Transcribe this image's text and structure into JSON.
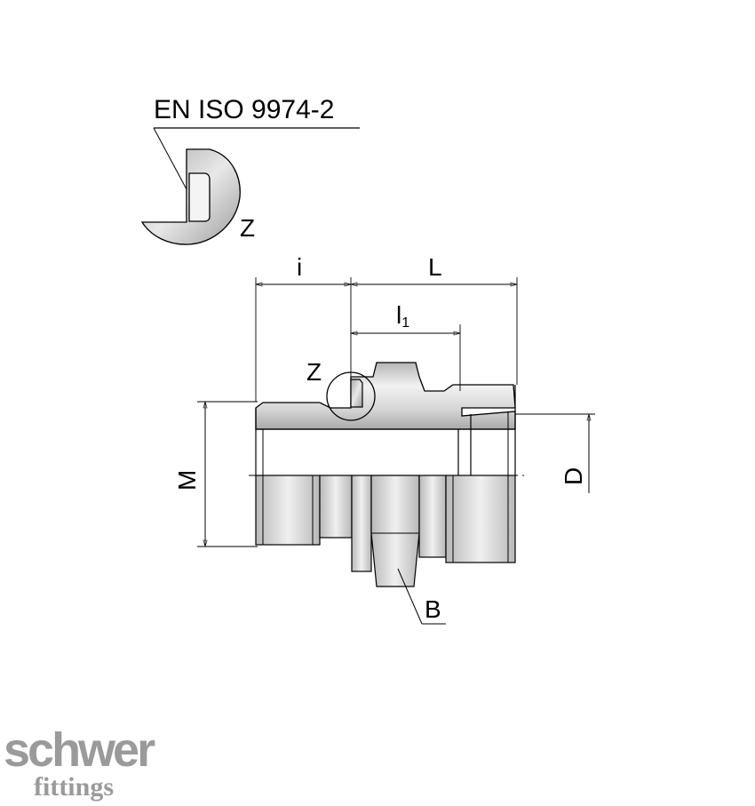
{
  "standard": "EN ISO 9974-2",
  "labels": {
    "detail_z": "Z",
    "detail_z_main": "Z",
    "dim_i": "i",
    "dim_L": "L",
    "dim_l1_base": "l",
    "dim_l1_sub": "1",
    "dim_M": "M",
    "dim_D": "D",
    "dim_B": "B"
  },
  "logo": {
    "name": "schwer",
    "tagline": "fittings"
  },
  "colors": {
    "metal_fill": "#d9d9d9",
    "metal_light": "#efefef",
    "metal_dark": "#b8b8b8",
    "line": "#000000",
    "logo": "#9a9a9a"
  }
}
